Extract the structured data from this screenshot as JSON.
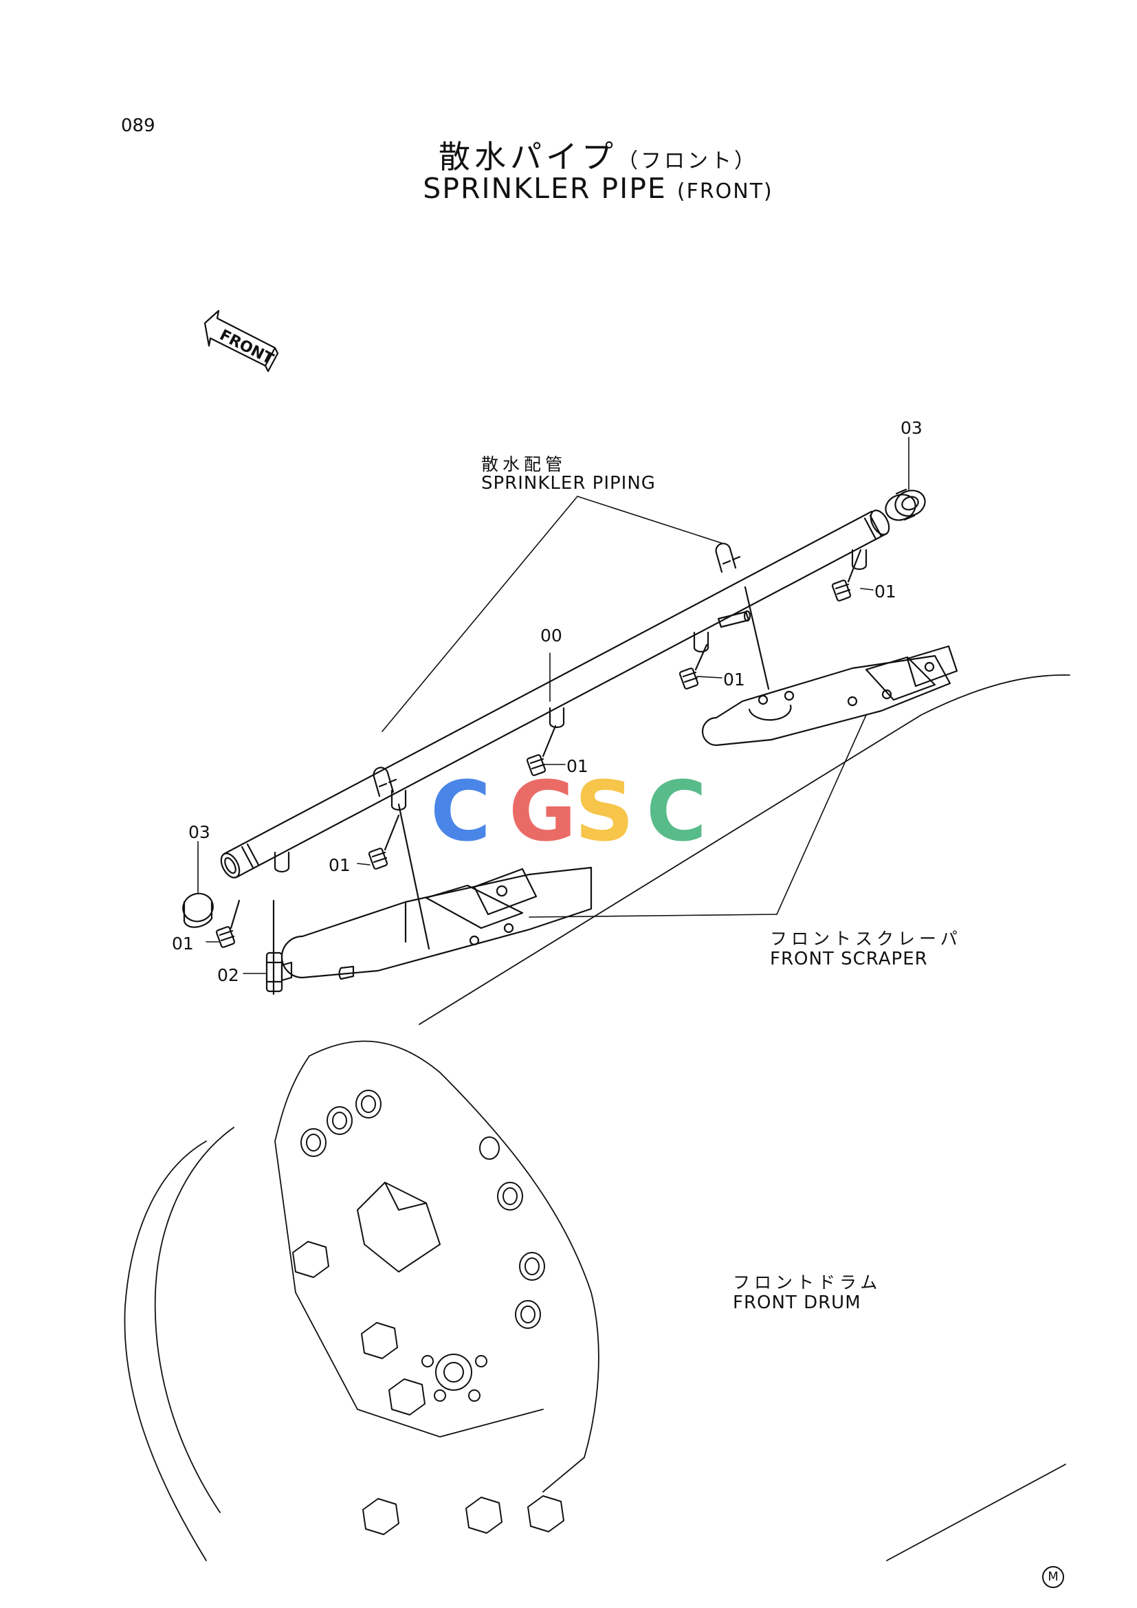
{
  "page_number": "089",
  "title": {
    "ja": "散水パイプ",
    "ja_sub": "（フロント）",
    "en": "SPRINKLER PIPE",
    "en_sub": "(FRONT)"
  },
  "direction_arrow": {
    "label": "FRONT",
    "icon": "front-direction-arrow-icon"
  },
  "labels": {
    "sprinkler_piping": {
      "ja": "散水配管",
      "en": "SPRINKLER PIPING"
    },
    "front_scraper": {
      "ja": "フロントスクレーパ",
      "en": "FRONT SCRAPER"
    },
    "front_drum": {
      "ja": "フロントドラム",
      "en": "FRONT DRUM"
    }
  },
  "callouts": {
    "pipe": "00",
    "nozzle_1": "01",
    "nozzle_2": "01",
    "nozzle_3": "01",
    "nozzle_4": "01",
    "nozzle_5": "01",
    "valve": "02",
    "cap_right": "03",
    "cap_left": "03"
  },
  "watermark": {
    "letters": [
      "C",
      "G",
      "S",
      "C"
    ],
    "colors": [
      "#4a86e8",
      "#ea6b66",
      "#f6c54a",
      "#57bb8a"
    ]
  },
  "corner_mark": "M"
}
